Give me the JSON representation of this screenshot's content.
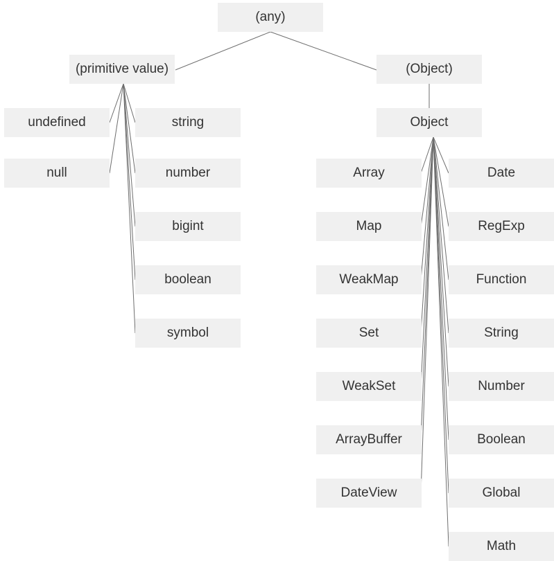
{
  "nodes": {
    "any": "(any)",
    "primitive": "(primitive value)",
    "object_group": "(Object)",
    "undefined": "undefined",
    "null": "null",
    "string": "string",
    "number": "number",
    "bigint": "bigint",
    "boolean": "boolean",
    "symbol": "symbol",
    "object": "Object",
    "array": "Array",
    "map": "Map",
    "weakmap": "WeakMap",
    "set": "Set",
    "weakset": "WeakSet",
    "arraybuffer": "ArrayBuffer",
    "dateview": "DateView",
    "date": "Date",
    "regexp": "RegExp",
    "function": "Function",
    "string_obj": "String",
    "number_obj": "Number",
    "boolean_obj": "Boolean",
    "global": "Global",
    "math": "Math"
  },
  "colors": {
    "node_fill": "#f0f0f0",
    "edge": "#6e6e6e",
    "text": "#333333"
  }
}
